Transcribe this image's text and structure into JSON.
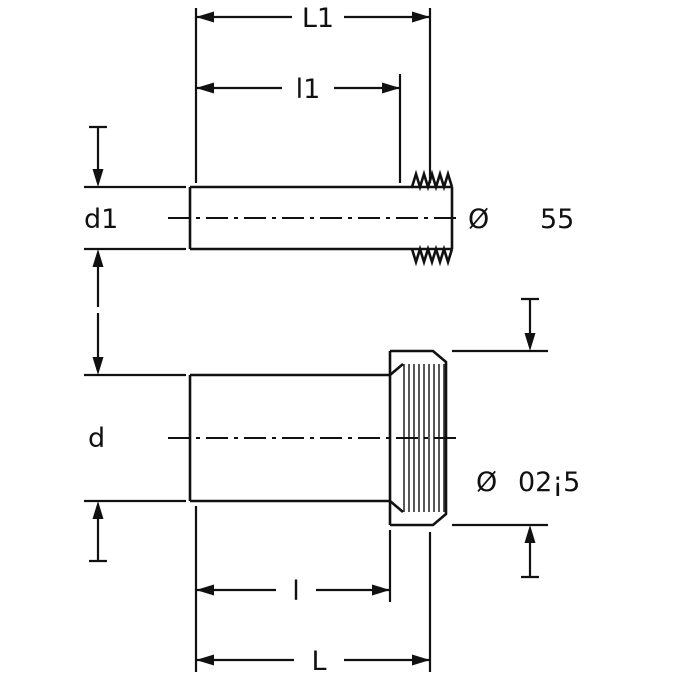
{
  "drawing": {
    "description": "Technical dimension drawing of two pipe fittings: upper threaded pipe and lower pipe with threaded socket",
    "colors": {
      "line": "#111111",
      "background": "#ffffff"
    },
    "labels": {
      "L1": "L1",
      "l1": "l1",
      "d1": "d1",
      "d": "d",
      "l": "l",
      "L": "L",
      "dia_symbol_top": "Ø",
      "dia_value_top": "55",
      "dia_symbol_bottom": "Ø",
      "dia_value_bottom": "02¡5"
    }
  }
}
